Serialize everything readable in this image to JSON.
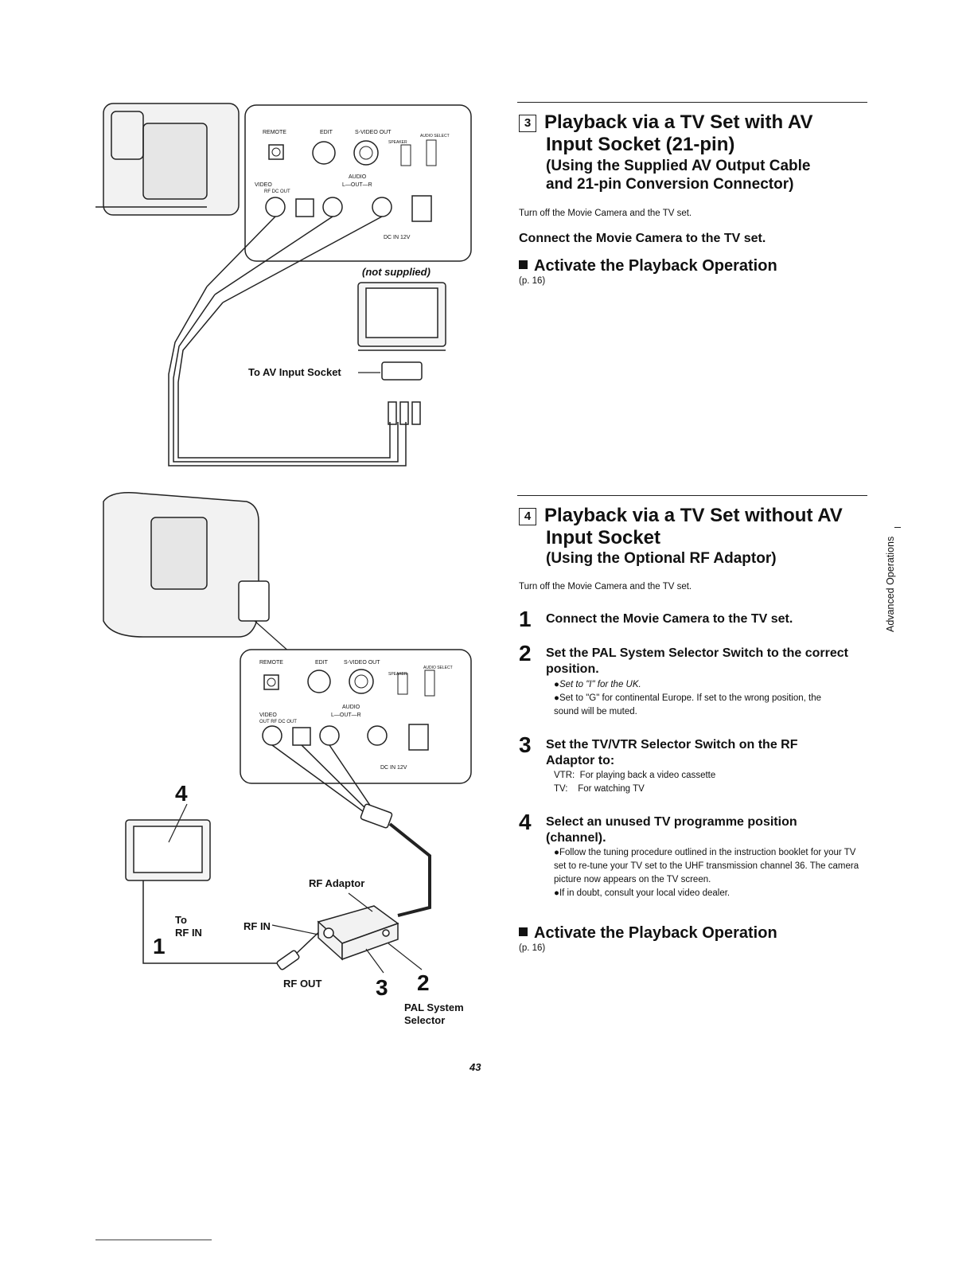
{
  "diagram": {
    "top_panel": {
      "labels": [
        "REMOTE",
        "EDIT",
        "S-VIDEO OUT",
        "AUDIO SELECT",
        "SPEAKER",
        "VIDEO",
        "RF DC OUT",
        "AUDIO",
        "L—OUT—R",
        "DC IN 12V"
      ],
      "not_supplied": "(not supplied)",
      "to_av_input": "To AV Input Socket"
    },
    "bottom_panel": {
      "labels": [
        "REMOTE",
        "EDIT",
        "S-VIDEO OUT",
        "AUDIO SELECT",
        "SPEAKER",
        "VIDEO",
        "OUT RF DC OUT",
        "AUDIO",
        "L—OUT—R",
        "DC IN 12V"
      ],
      "rf_adaptor": "RF Adaptor",
      "to_rf_in": [
        "To",
        "RF IN"
      ],
      "rf_in": "RF IN",
      "rf_out": "RF OUT",
      "pal_selector": [
        "PAL System",
        "Selector"
      ],
      "callouts": [
        "4",
        "1",
        "3",
        "2"
      ]
    }
  },
  "section3": {
    "number": "3",
    "title_line1": "Playback via a TV Set with AV",
    "title_line2": "Input Socket (21-pin)",
    "subtitle_line1": "(Using the Supplied AV Output Cable",
    "subtitle_line2": "and 21-pin Conversion Connector)",
    "note": "Turn off the Movie Camera and the TV set.",
    "instruction": "Connect the Movie Camera to the TV set.",
    "activate": "Activate the Playback Operation",
    "page_ref": "(p. 16)"
  },
  "section4": {
    "number": "4",
    "title_line1": "Playback via a TV Set without AV",
    "title_line2": "Input Socket",
    "subtitle": "(Using the Optional RF Adaptor)",
    "note": "Turn off the Movie Camera and the TV set.",
    "steps": [
      {
        "num": "1",
        "title": "Connect the Movie Camera to the TV set.",
        "details": []
      },
      {
        "num": "2",
        "title": "Set the PAL System Selector Switch to the correct position.",
        "details": [
          "●Set to \"I\" for the UK.",
          "●Set to \"G\" for continental Europe. If set to the wrong position, the sound will be muted."
        ]
      },
      {
        "num": "3",
        "title": "Set the TV/VTR Selector Switch on the RF Adaptor to:",
        "details": [
          "VTR:  For playing back a video cassette",
          "TV:    For watching TV"
        ]
      },
      {
        "num": "4",
        "title": "Select an unused TV programme position (channel).",
        "details": [
          "●Follow the tuning procedure outlined in the instruction booklet for your TV set to re-tune your TV set to the UHF transmission channel 36. The camera picture now appears on the TV screen.",
          "●If in doubt, consult your local video dealer."
        ]
      }
    ],
    "activate": "Activate the Playback Operation",
    "page_ref": "(p. 16)"
  },
  "side_tab": "Advanced Operations",
  "page_number": "43"
}
